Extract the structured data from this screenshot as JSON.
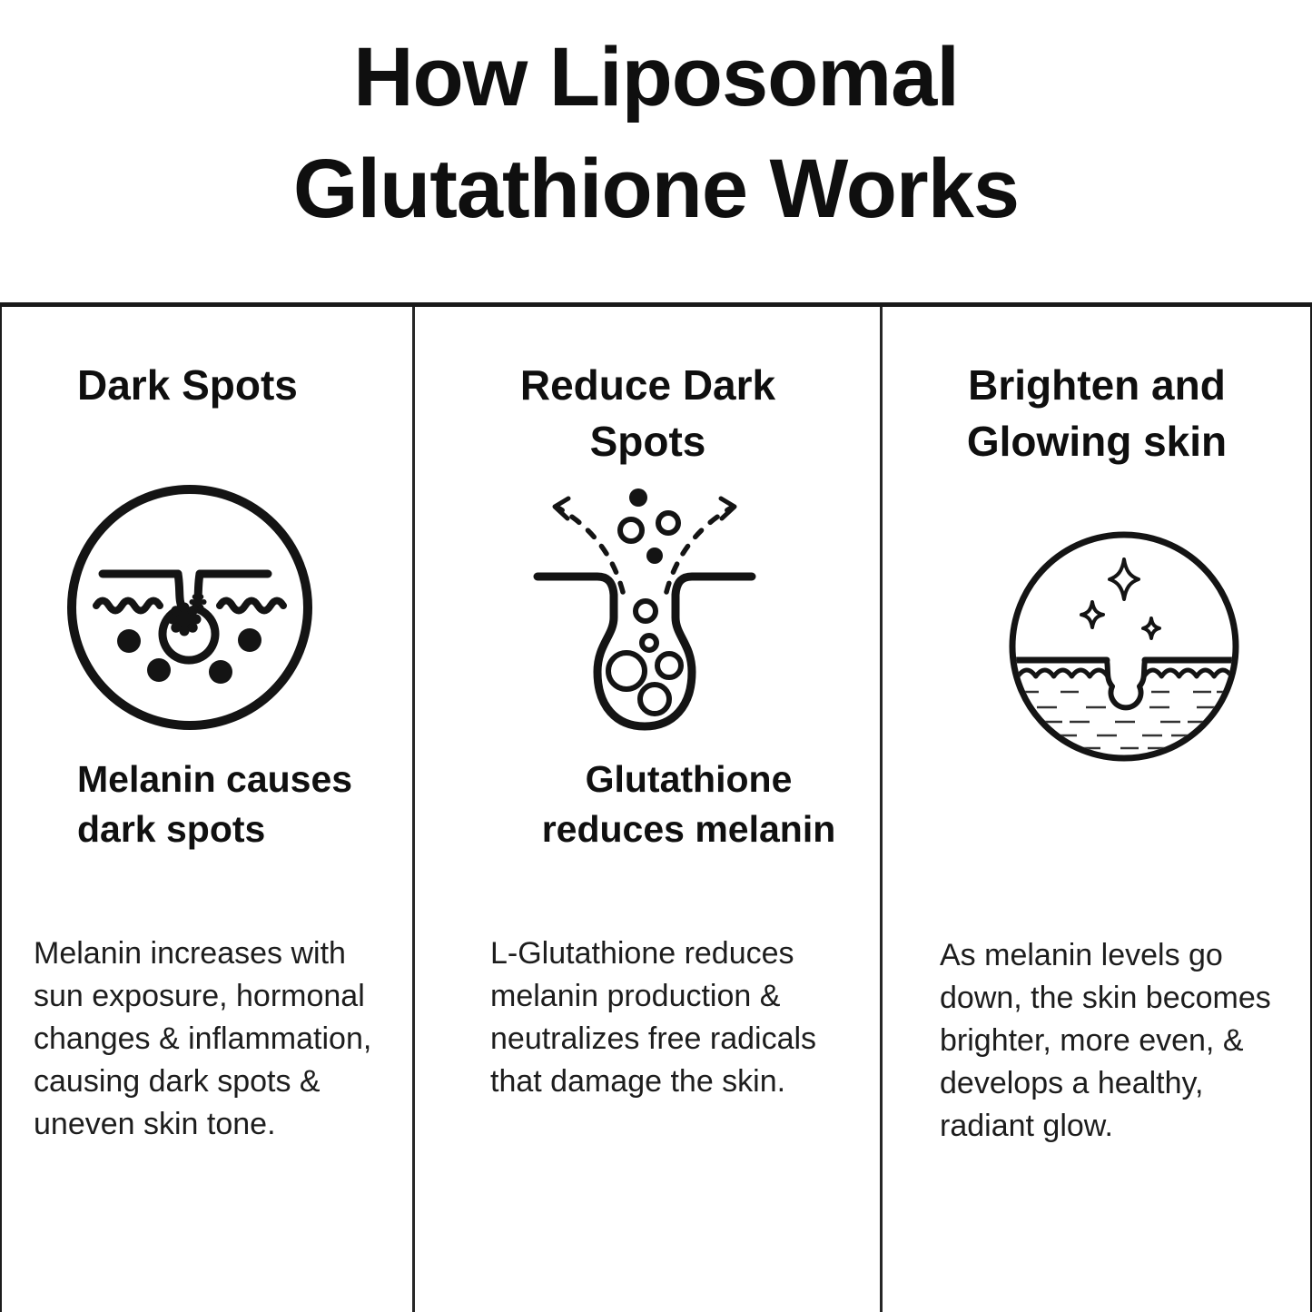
{
  "colors": {
    "background": "#ffffff",
    "ink": "#141414",
    "body_text": "#1d1d1d",
    "rule": "#191919"
  },
  "title": "How Liposomal\nGlutathione Works",
  "columns": [
    {
      "header": "Dark Spots",
      "icon": "melanin-dark-spots-icon",
      "subheading": "Melanin causes\ndark spots",
      "body": "Melanin increases with\nsun exposure, hormonal\nchanges & inflammation,\ncausing dark spots &\nuneven skin tone."
    },
    {
      "header": "Reduce Dark\nSpots",
      "icon": "glutathione-reduces-melanin-icon",
      "subheading": "Glutathione\nreduces melanin",
      "body": "L-Glutathione reduces\nmelanin production &\nneutralizes free radicals\nthat damage the skin."
    },
    {
      "header": "Brighten and\nGlowing skin",
      "icon": "brighten-glowing-skin-icon",
      "subheading": "",
      "body": "As melanin levels go\ndown, the skin becomes\nbrighter, more even, &\ndevelops a healthy,\nradiant glow."
    }
  ]
}
